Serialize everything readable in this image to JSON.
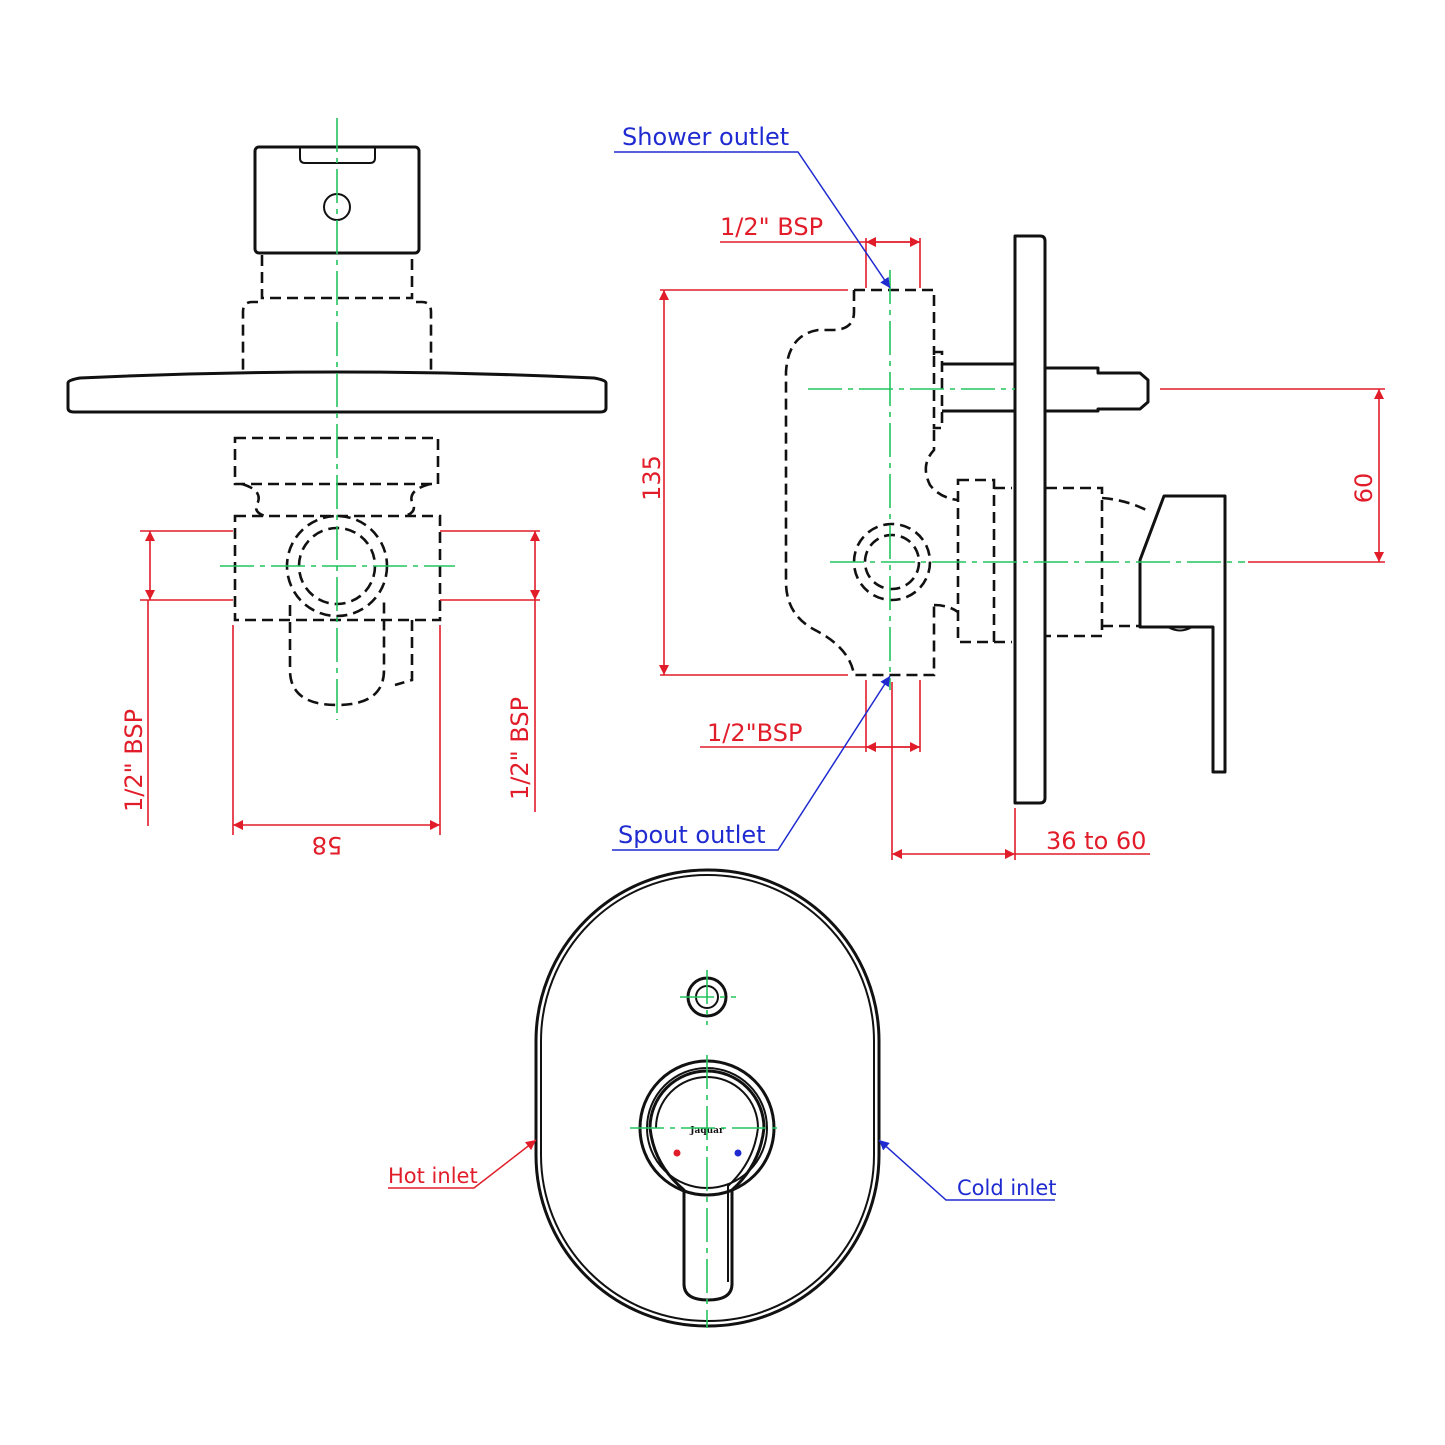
{
  "colors": {
    "outline": "#111111",
    "centerline": "#22c55e",
    "dimension": "#e11d2a",
    "callout": "#1f2bd0",
    "hot_marker": "#e11d2a",
    "cold_marker": "#1f2bd0"
  },
  "dimensions": {
    "left_view": {
      "port_left": "1/2\" BSP",
      "port_right": "1/2\" BSP",
      "width": "58"
    },
    "side_view": {
      "top_port": "1/2\" BSP",
      "bottom_port": "1/2\"BSP",
      "height": "135",
      "axis_offset": "60",
      "wall_depth": "36 to 60"
    }
  },
  "callouts": {
    "shower_outlet": "Shower outlet",
    "spout_outlet": "Spout outlet",
    "hot_inlet": "Hot inlet",
    "cold_inlet": "Cold inlet"
  },
  "brand_logo": "Jaquar"
}
